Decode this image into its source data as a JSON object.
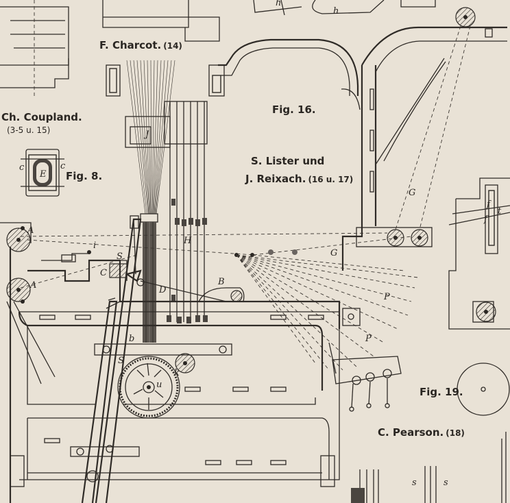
{
  "captions": {
    "charcot_name": "F. Charcot.",
    "charcot_ref": "(14)",
    "coupland_name": "Ch. Coupland.",
    "coupland_ref": "(3-5 u. 15)",
    "fig8": "Fig. 8.",
    "fig16": "Fig. 16.",
    "lister_line1": "S. Lister  und",
    "lister_line2": "J. Reixach.",
    "lister_ref": "(16 u. 17)",
    "fig19": "Fig. 19.",
    "pearson_name": "C. Pearson.",
    "pearson_ref": "(18)"
  },
  "labels": {
    "A_top": "A",
    "A_bottom": "A",
    "B": "B",
    "C": "C",
    "D": "D",
    "E": "E",
    "G_left": "G",
    "G_right": "G",
    "H": "H",
    "J": "J",
    "P_upper": "P",
    "P_lower": "P",
    "S_upper": "S",
    "S_lower": "S",
    "b": "b",
    "c_left": "c",
    "c_right": "c",
    "f_upper": "f",
    "f_lower": "f",
    "h_left": "h",
    "h_right": "h",
    "i": "i",
    "k": "k",
    "s_left": "s",
    "s_right": "s",
    "t": "t",
    "u": "u"
  }
}
